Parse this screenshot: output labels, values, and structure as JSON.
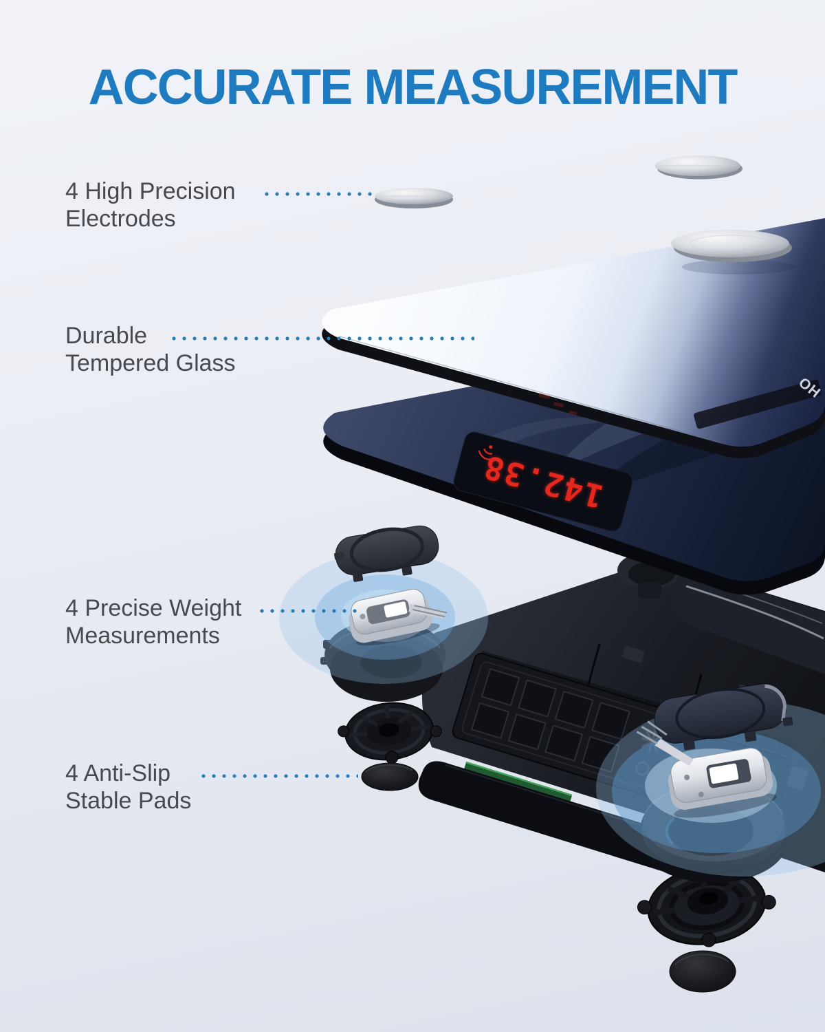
{
  "title": {
    "text": "ACCURATE MEASUREMENT"
  },
  "callouts": {
    "electrodes": {
      "line1": "4 High Precision",
      "line2": "Electrodes"
    },
    "tempered_glass": {
      "line1": "Durable",
      "line2": "Tempered Glass"
    },
    "weight_sensors": {
      "line1": "4 Precise Weight",
      "line2": "Measurements"
    },
    "anti_slip_pads": {
      "line1": "4 Anti-Slip",
      "line2": "Stable Pads"
    }
  },
  "product": {
    "brand_text": "OH",
    "led_reading": "142.38"
  },
  "colors": {
    "title": "#1e7bc0",
    "label_text": "#47494e",
    "leader_dots": "#2b7cb5",
    "led_red": "#e5271e",
    "background_top": "#f1f3f8",
    "background_bottom": "#dce1eb"
  }
}
